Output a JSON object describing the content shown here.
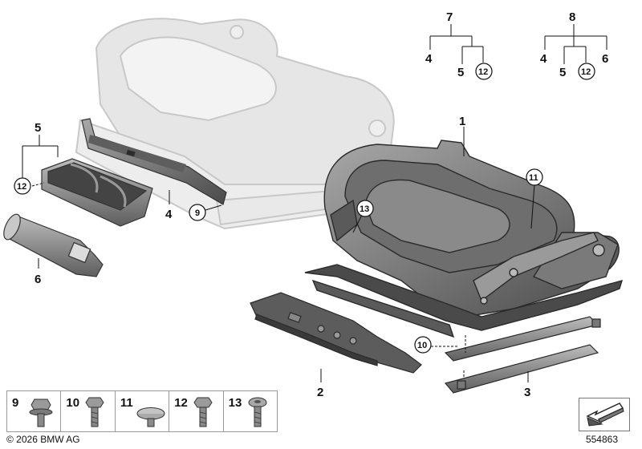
{
  "callouts": {
    "c1": "1",
    "c2": "2",
    "c3": "3",
    "c4a": "4",
    "c4b": "4",
    "c4c": "4",
    "c5a": "5",
    "c5b": "5",
    "c5c": "5",
    "c6a": "6",
    "c6b": "6",
    "c7": "7",
    "c8": "8",
    "c9": "9",
    "c10": "10",
    "c11": "11",
    "c12a": "12",
    "c12b": "12",
    "c12c": "12",
    "c13": "13"
  },
  "legend": [
    {
      "number": "9",
      "icon": "flange-bolt-icon"
    },
    {
      "number": "10",
      "icon": "hex-bolt-icon"
    },
    {
      "number": "11",
      "icon": "push-rivet-icon"
    },
    {
      "number": "12",
      "icon": "hex-bolt-icon"
    },
    {
      "number": "13",
      "icon": "torx-bolt-icon"
    }
  ],
  "footer": {
    "copyright": "© 2026 BMW AG",
    "diagram_id": "554863"
  },
  "colors": {
    "part_fill": "#8c8c8c",
    "part_dark": "#505050",
    "ghost_fill": "#e2e2e2",
    "line": "#111111"
  }
}
